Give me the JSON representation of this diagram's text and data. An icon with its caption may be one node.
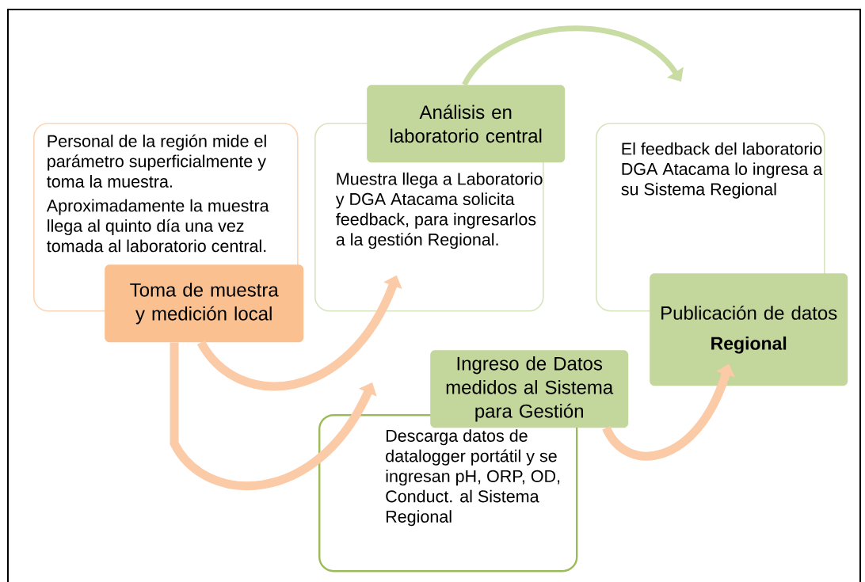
{
  "diagram": {
    "nodes": [
      {
        "text": [
          "Personal de la región mide el parámetro superficialmente y toma la muestra.",
          "Aproximadamente la muestra llega al quinto día una vez tomada al laboratorio central."
        ]
      },
      {
        "text": [
          "Toma de muestra y medición local"
        ]
      },
      {
        "text": [
          "Muestra llega a Laboratorio y DGA Atacama solicita feedback, para ingresarlos a la gestión Regional."
        ]
      },
      {
        "text": [
          "Análisis en laboratorio central"
        ]
      },
      {
        "text": [
          "El feedback del laboratorio DGA Atacama lo ingresa a su Sistema Regional"
        ]
      },
      {
        "text": [
          "Publicación de datos",
          "Regional"
        ]
      },
      {
        "text": [
          "Descarga datos de datalogger portátil y se ingresan pH, ORP, OD, Conduct. al Sistema Regional"
        ]
      },
      {
        "text": [
          "Ingreso de Datos medidos al Sistema para Gestión"
        ]
      }
    ],
    "edges": [
      {
        "from": 1,
        "to": 2,
        "arrow": "to"
      },
      {
        "from": 1,
        "to": 6,
        "arrow": "to"
      },
      {
        "from": 3,
        "to": 4,
        "arrow": "to",
        "color": "#c9dca3"
      },
      {
        "from": 7,
        "to": 5,
        "arrow": "to"
      }
    ]
  }
}
